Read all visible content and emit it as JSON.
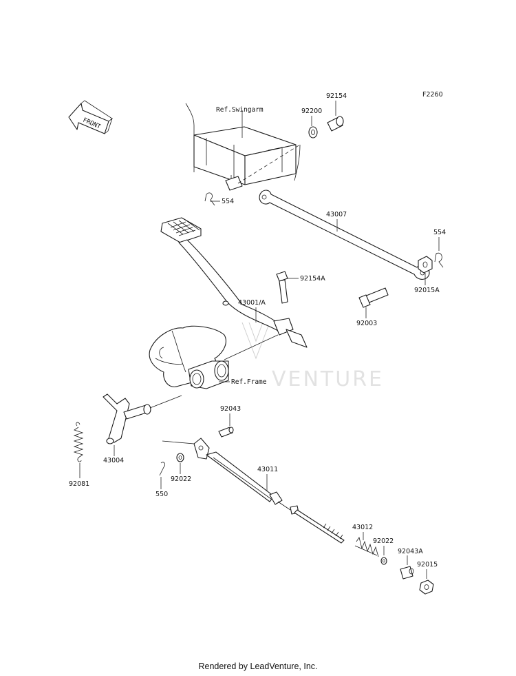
{
  "diagram": {
    "code": "F2260",
    "front_label": "FRONT",
    "watermark": "VENTURE",
    "refs": {
      "swingarm": "Ref.Swingarm",
      "frame": "Ref.Frame"
    },
    "parts": {
      "p92154": "92154",
      "p92200": "92200",
      "p554_left": "554",
      "p43007": "43007",
      "p554_right": "554",
      "p92015A": "92015A",
      "p92154A": "92154A",
      "p43001A": "43001/A",
      "p92003": "92003",
      "p92043": "92043",
      "p43004": "43004",
      "p92081": "92081",
      "p92022_left": "92022",
      "p550": "550",
      "p43011": "43011",
      "p43012": "43012",
      "p92022_right": "92022",
      "p92043A": "92043A",
      "p92015": "92015"
    }
  },
  "footer": {
    "credit": "Rendered by LeadVenture, Inc."
  }
}
